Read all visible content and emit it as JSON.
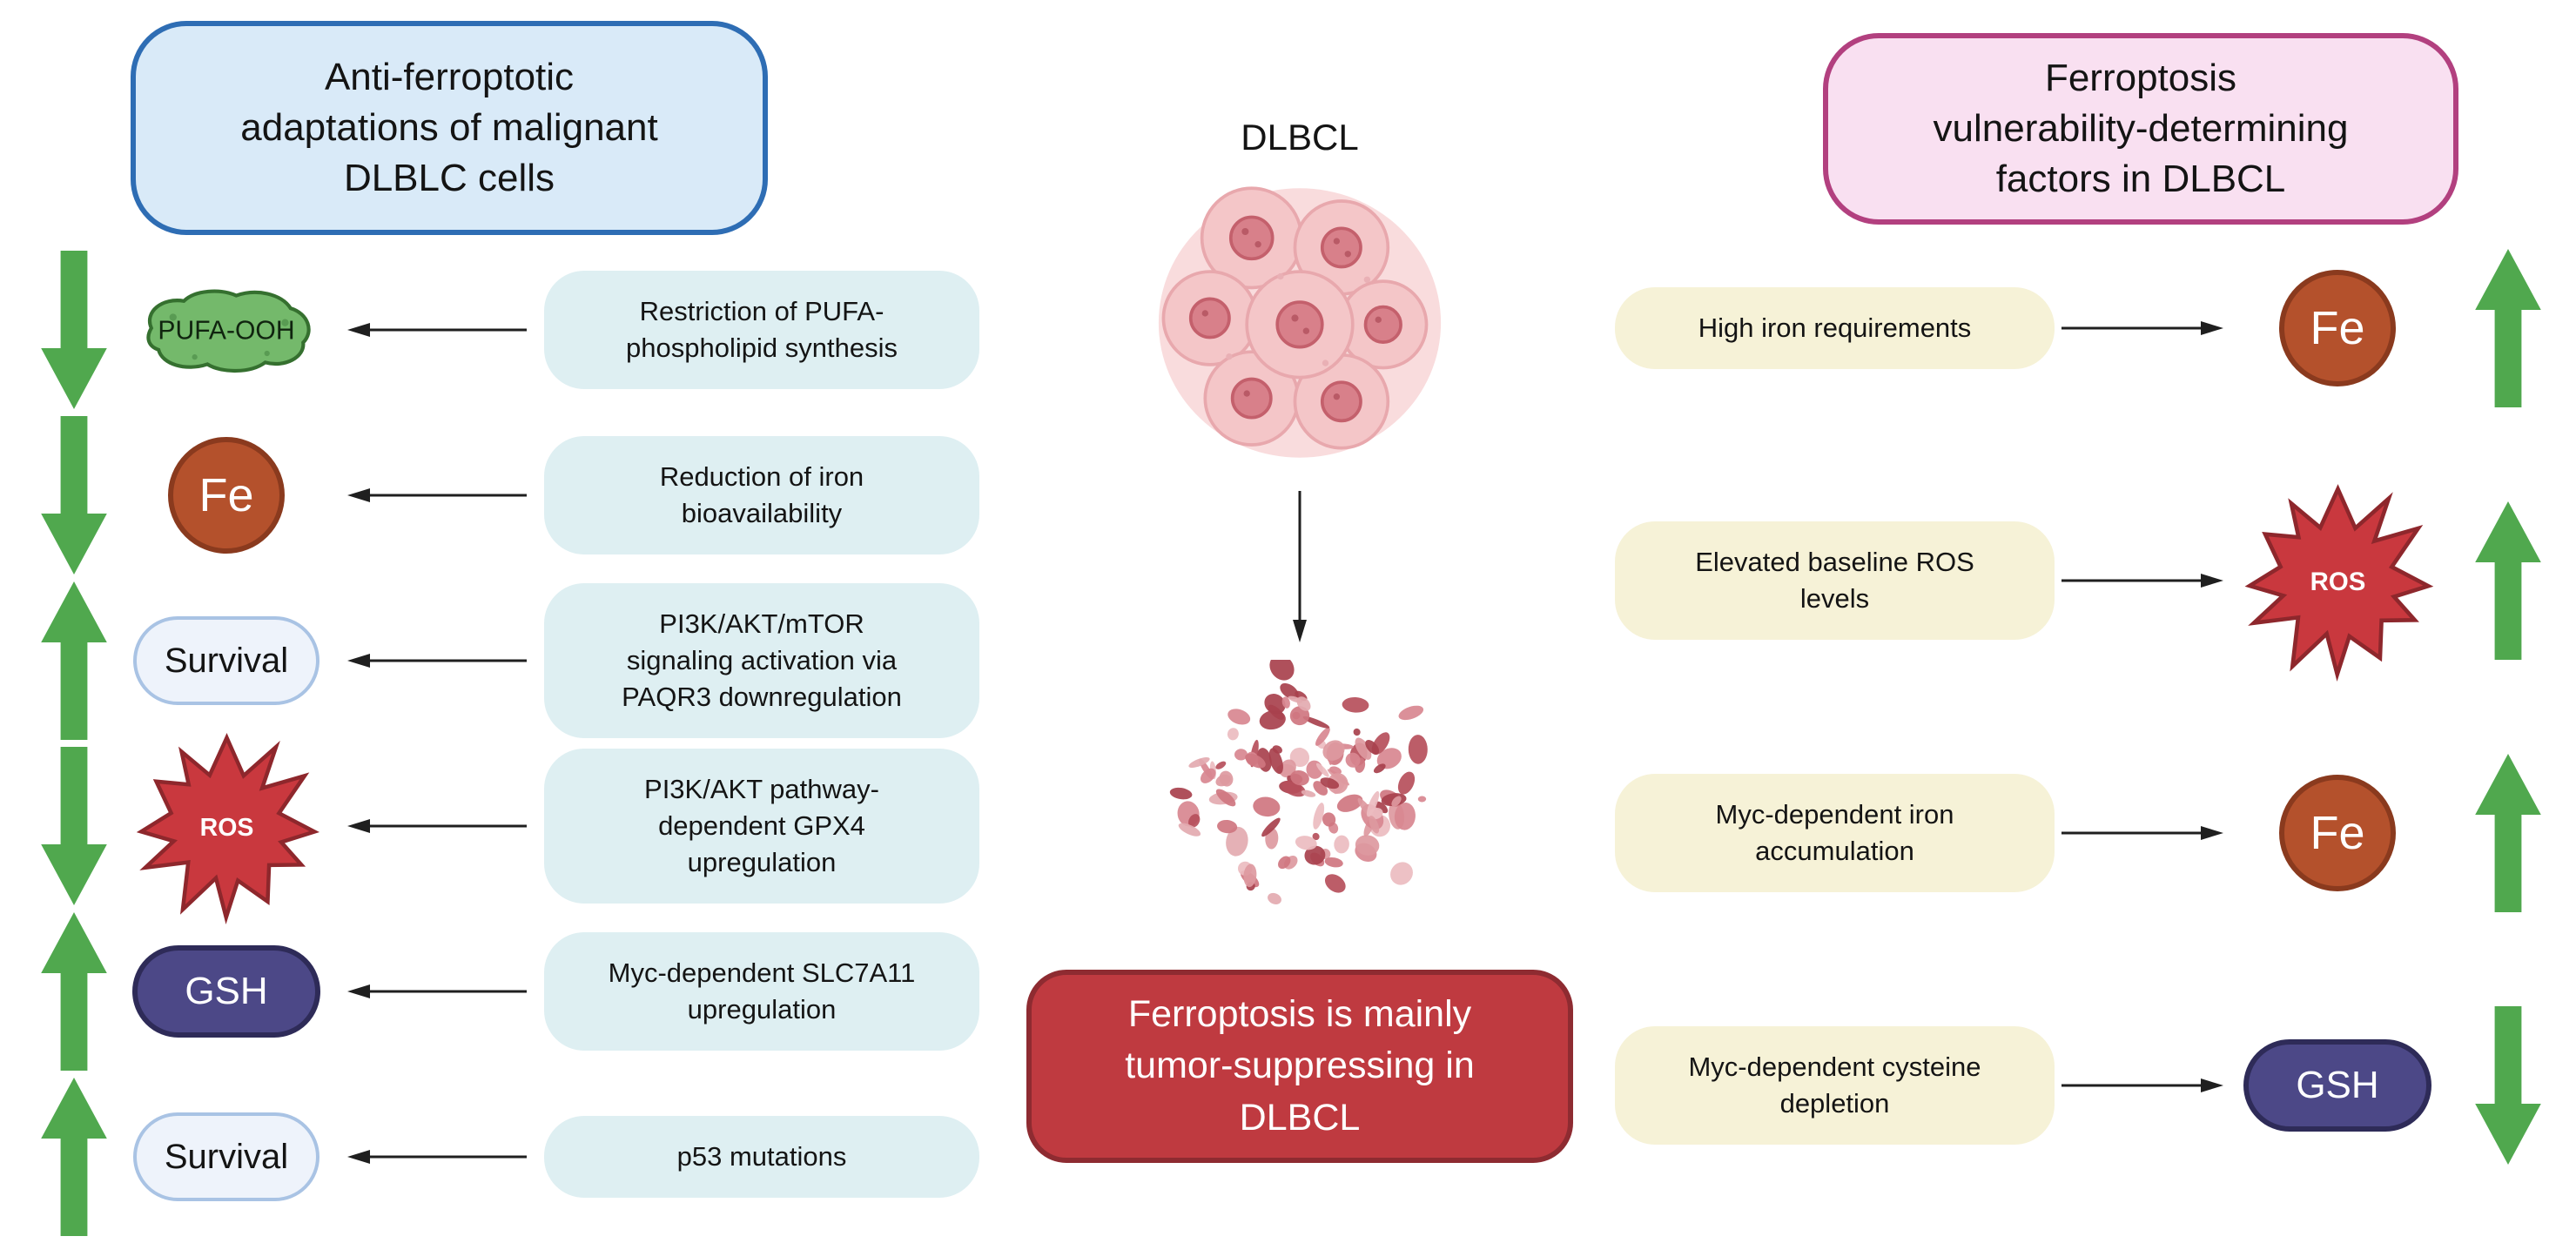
{
  "left_panel": {
    "title": "Anti-ferroptotic\nadaptations of malignant\nDLBLC cells",
    "rows": [
      {
        "trend": "decrease",
        "icon": "pufa-ooh",
        "icon_label": "PUFA-OOH",
        "text": "Restriction of PUFA-\nphospholipid synthesis"
      },
      {
        "trend": "decrease",
        "icon": "iron",
        "icon_label": "Fe",
        "text": "Reduction of iron\nbioavailability"
      },
      {
        "trend": "increase",
        "icon": "survival",
        "icon_label": "Survival",
        "text": "PI3K/AKT/mTOR\nsignaling activation via\nPAQR3 downregulation"
      },
      {
        "trend": "decrease",
        "icon": "ros",
        "icon_label": "ROS",
        "text": "PI3K/AKT pathway-\ndependent GPX4\nupregulation"
      },
      {
        "trend": "increase",
        "icon": "gsh",
        "icon_label": "GSH",
        "text": "Myc-dependent SLC7A11\nupregulation"
      },
      {
        "trend": "increase",
        "icon": "survival",
        "icon_label": "Survival",
        "text": "p53 mutations"
      }
    ]
  },
  "center_panel": {
    "cell_label": "DLBCL",
    "conclusion": "Ferroptosis is mainly\ntumor-suppressing in\nDLBCL"
  },
  "right_panel": {
    "title": "Ferroptosis\nvulnerability-determining\nfactors in DLBCL",
    "rows": [
      {
        "text": "High iron requirements",
        "icon": "iron",
        "icon_label": "Fe",
        "trend": "increase"
      },
      {
        "text": "Elevated baseline ROS\nlevels",
        "icon": "ros",
        "icon_label": "ROS",
        "trend": "increase"
      },
      {
        "text": "Myc-dependent iron\naccumulation",
        "icon": "iron",
        "icon_label": "Fe",
        "trend": "increase"
      },
      {
        "text": "Myc-dependent cysteine\ndepletion",
        "icon": "gsh",
        "icon_label": "GSH",
        "trend": "decrease"
      }
    ]
  },
  "colors": {
    "left_title_bg": "#d9eaf8",
    "left_title_border": "#2e6db4",
    "right_title_bg": "#f9e0f1",
    "right_title_border": "#b2407f",
    "left_note_bg": "#deeff2",
    "right_note_bg": "#f6f2d7",
    "conclusion_bg": "#bf3a40",
    "conclusion_border": "#8e2b31",
    "trend_arrow_green": "#50a84e",
    "iron_bg": "#b4512c",
    "ros_bg": "#c9383e",
    "gsh_bg": "#4c4887",
    "survival_bg": "#eef3fb",
    "pufa_bg": "#74b96b",
    "healthy_cell_bg": "#f4c6c8",
    "nucleus": "#d8808a"
  }
}
